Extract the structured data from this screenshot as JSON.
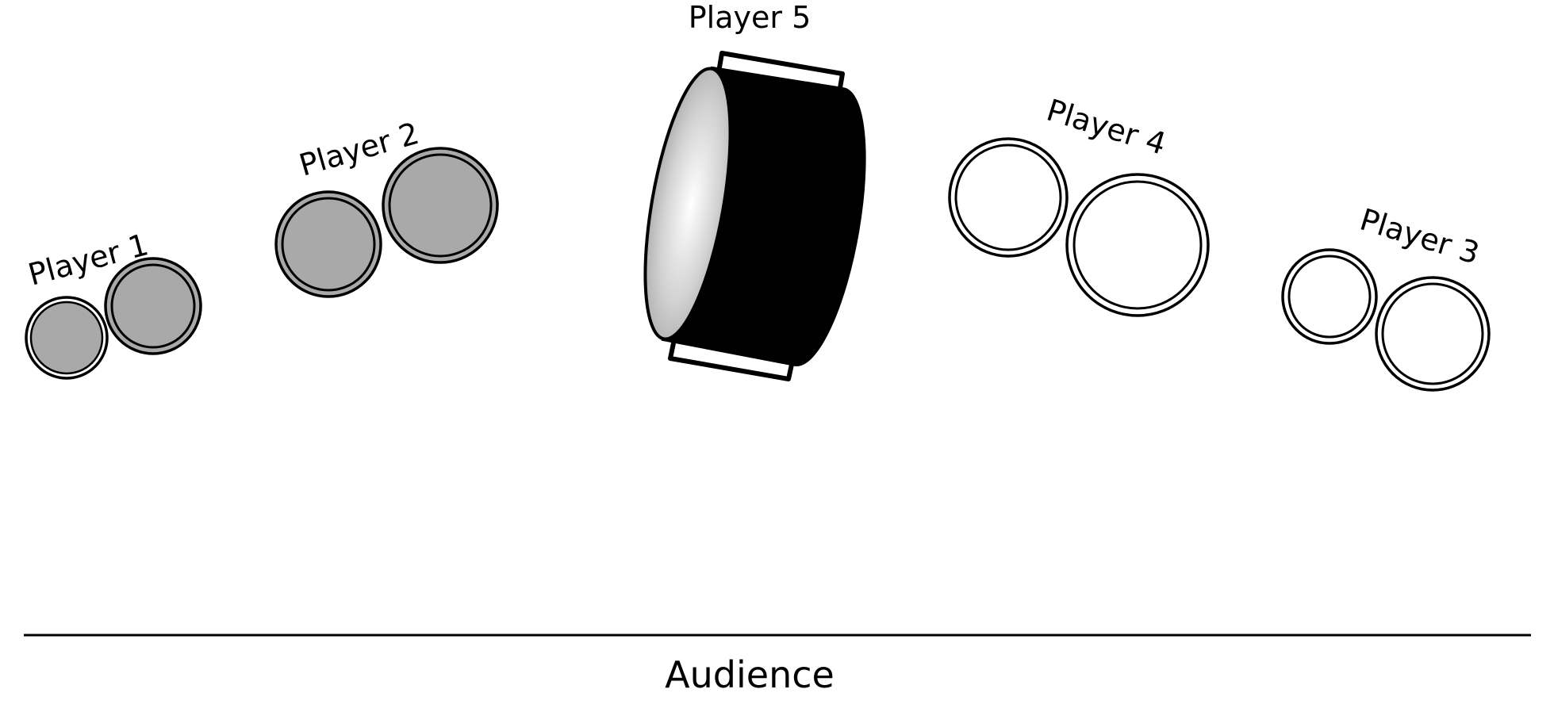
{
  "players": [
    {
      "id": "player-1",
      "label": "Player 1",
      "fill": "#a9a9a9"
    },
    {
      "id": "player-2",
      "label": "Player 2",
      "fill": "#a9a9a9"
    },
    {
      "id": "player-3",
      "label": "Player 3",
      "fill": "#ffffff"
    },
    {
      "id": "player-4",
      "label": "Player 4",
      "fill": "#ffffff"
    },
    {
      "id": "player-5",
      "label": "Player 5",
      "fill": "#000000"
    }
  ],
  "audience_label": "Audience"
}
